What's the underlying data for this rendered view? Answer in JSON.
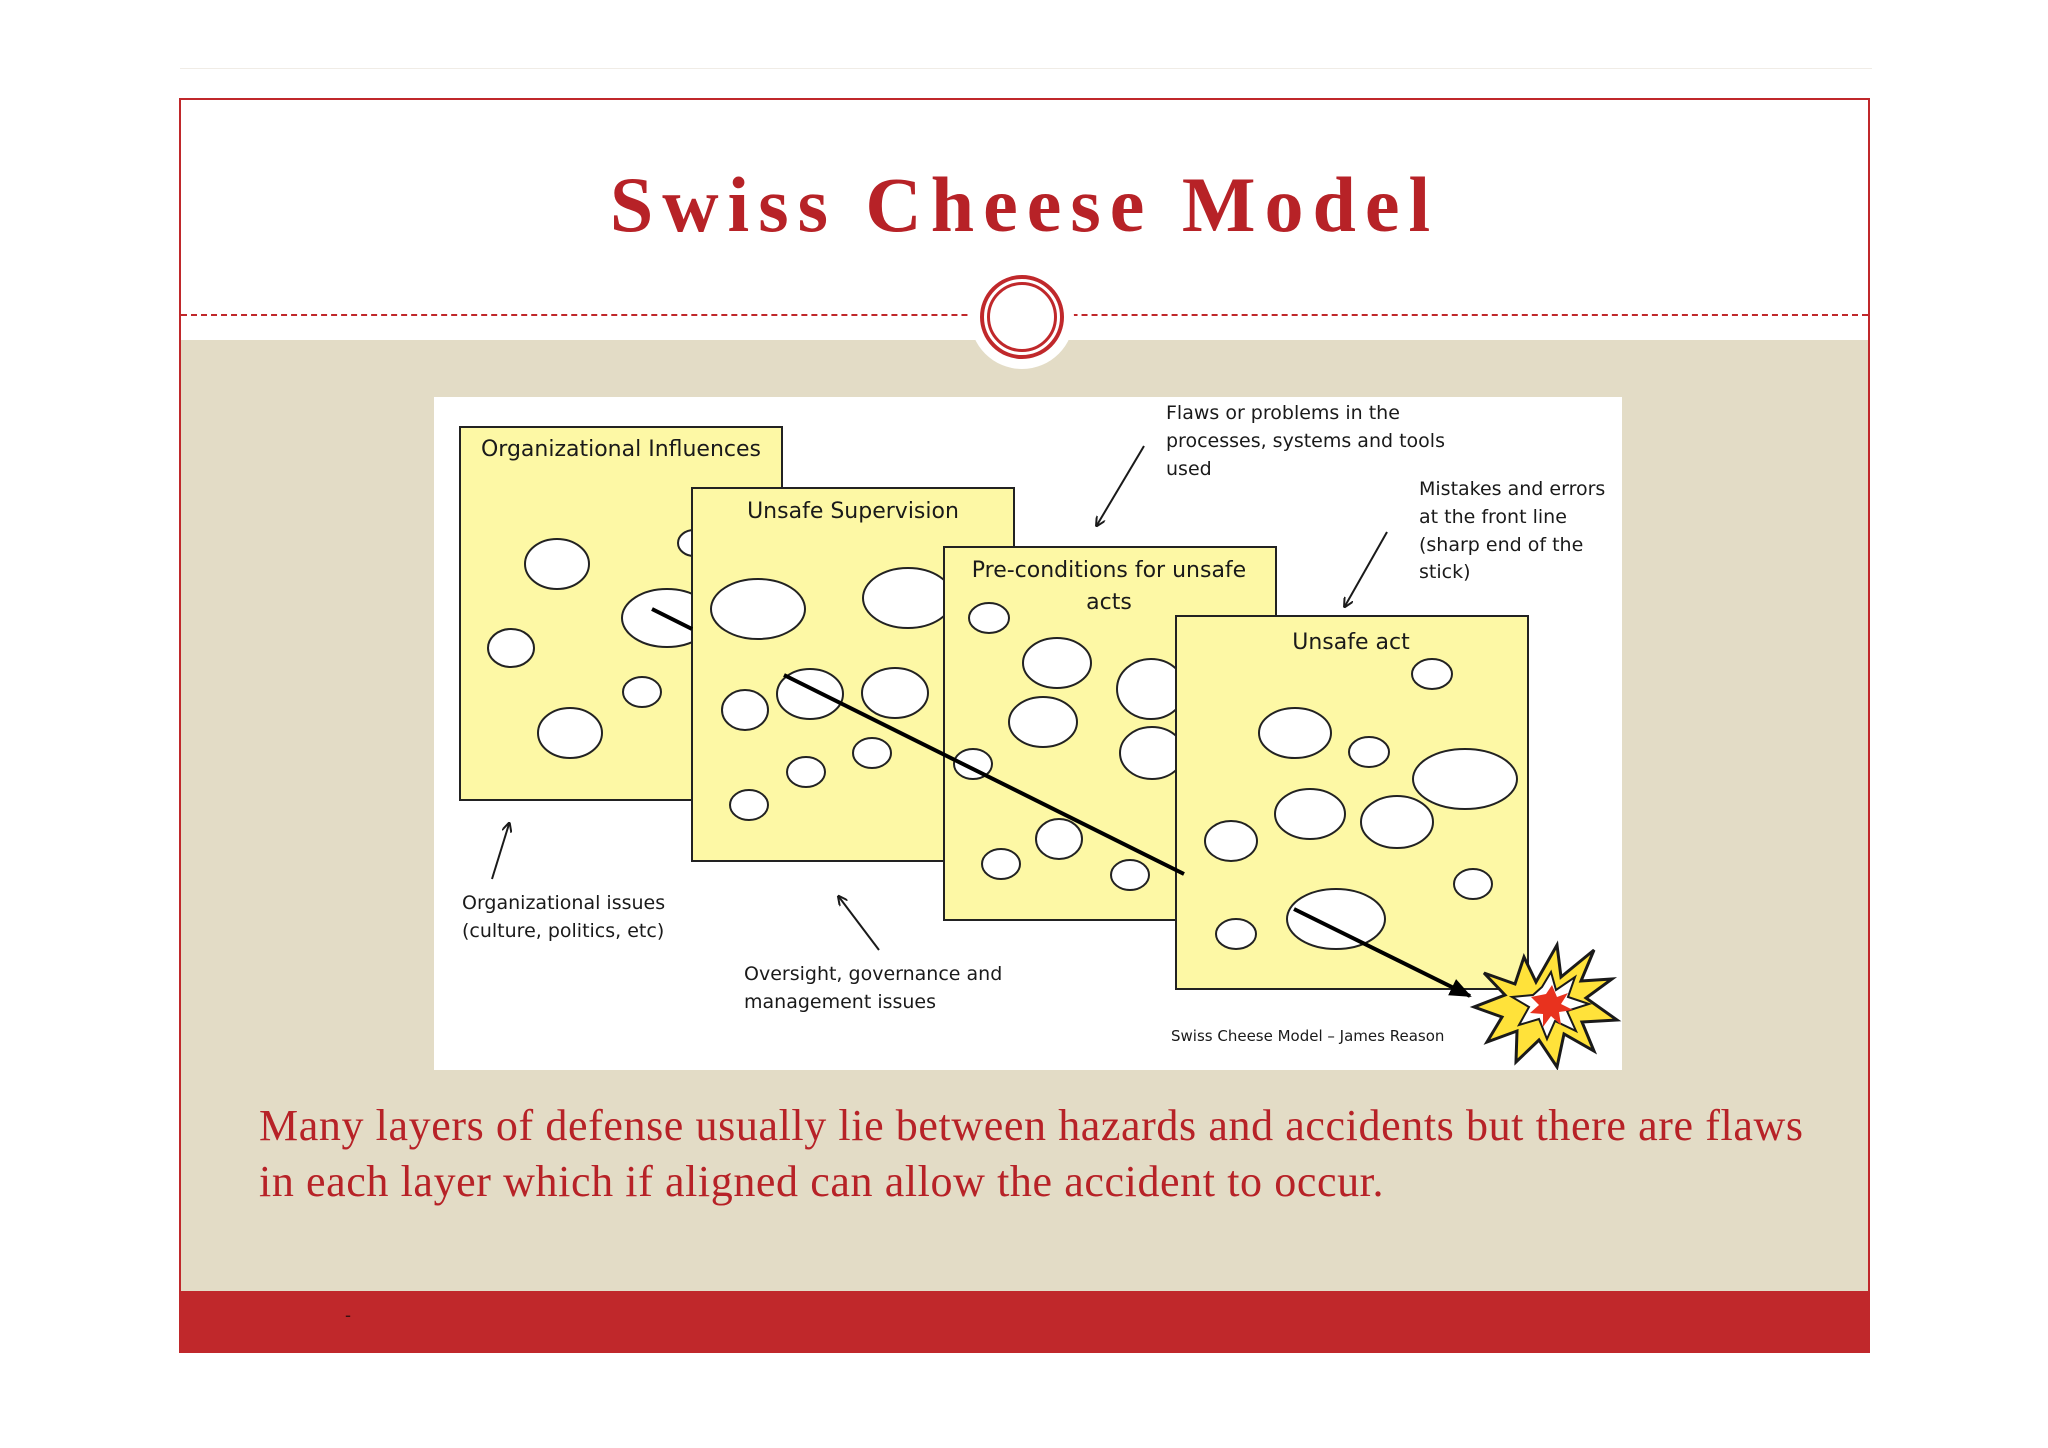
{
  "slide": {
    "title": "Swiss Cheese Model",
    "body": "Many layers of defense usually lie between hazards and accidents but there are flaws in each layer which if aligned can allow the accident to occur.",
    "footer": "-"
  },
  "colors": {
    "accent": "#c0282b",
    "content_background": "#e3dcc6",
    "slice_fill": "#fdf8a5",
    "title_text": "#b72227"
  },
  "diagram": {
    "slices": [
      {
        "label_lines": [
          "Organizational Influences"
        ]
      },
      {
        "label_lines": [
          "Unsafe Supervision"
        ]
      },
      {
        "label_lines": [
          "Pre-conditions for unsafe",
          "acts"
        ]
      },
      {
        "label_lines": [
          "Unsafe act"
        ]
      }
    ],
    "annotations": {
      "organizational": [
        "Organizational issues",
        "(culture, politics, etc)"
      ],
      "oversight": [
        "Oversight, governance and",
        "management issues"
      ],
      "flaws": [
        "Flaws or problems in the",
        "processes, systems and tools",
        "used"
      ],
      "mistakes": [
        "Mistakes and errors",
        "at the front line",
        "(sharp end of the",
        "stick)"
      ]
    },
    "credit": "Swiss Cheese Model – James Reason",
    "icons": [
      "explosion-icon"
    ]
  }
}
